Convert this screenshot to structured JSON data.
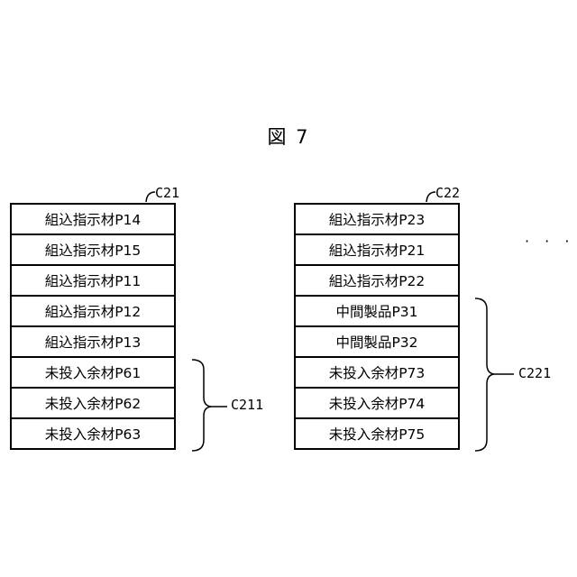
{
  "figure": {
    "title": "図 7"
  },
  "container_c21": {
    "label": "C21",
    "items": [
      "組込指示材P14",
      "組込指示材P15",
      "組込指示材P11",
      "組込指示材P12",
      "組込指示材P13",
      "未投入余材P61",
      "未投入余材P62",
      "未投入余材P63"
    ],
    "group_label": "C211"
  },
  "container_c22": {
    "label": "C22",
    "items": [
      "組込指示材P23",
      "組込指示材P21",
      "組込指示材P22",
      "中間製品P31",
      "中間製品P32",
      "未投入余材P73",
      "未投入余材P74",
      "未投入余材P75"
    ],
    "group_label": "C221"
  },
  "continuation": "· · ·"
}
